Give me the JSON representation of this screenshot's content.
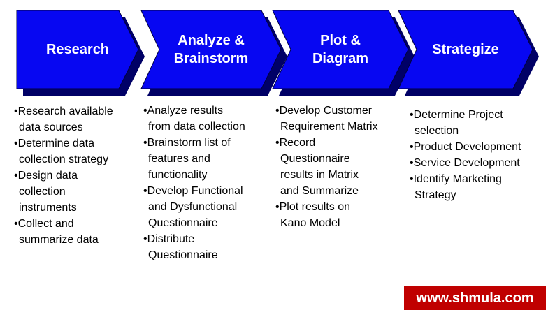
{
  "page": {
    "background": "#ffffff"
  },
  "process": {
    "colors": {
      "arrow_fill": "#0707f2",
      "arrow_shadow": "#000066",
      "arrow_outline": "#000040",
      "label_color": "#ffffff"
    },
    "steps": [
      {
        "label": [
          "Research"
        ],
        "bullets": [
          [
            "Research available",
            "data sources"
          ],
          [
            "Determine data",
            "collection strategy"
          ],
          [
            "Design data",
            "collection",
            "instruments"
          ],
          [
            "Collect and",
            "summarize data"
          ]
        ]
      },
      {
        "label": [
          "Analyze &",
          "Brainstorm"
        ],
        "bullets": [
          [
            "Analyze results",
            "from data collection"
          ],
          [
            "Brainstorm list of",
            "features and",
            "functionality"
          ],
          [
            "Develop Functional",
            "and Dysfunctional",
            "Questionnaire"
          ],
          [
            "Distribute",
            "Questionnaire"
          ]
        ]
      },
      {
        "label": [
          "Plot &",
          "Diagram"
        ],
        "bullets": [
          [
            "Develop Customer",
            "Requirement Matrix"
          ],
          [
            "Record",
            "Questionnaire",
            "results in Matrix",
            "and Summarize"
          ],
          [
            "Plot results on",
            "Kano Model"
          ]
        ]
      },
      {
        "label": [
          "Strategize"
        ],
        "bullets": [
          [
            "Determine Project",
            "selection"
          ],
          [
            "Product Development"
          ],
          [
            "Service Development"
          ],
          [
            "Identify Marketing",
            "Strategy"
          ]
        ]
      }
    ]
  },
  "banner": {
    "text": "www.shmula.com",
    "color": "#c00000",
    "text_color": "#ffffff"
  }
}
